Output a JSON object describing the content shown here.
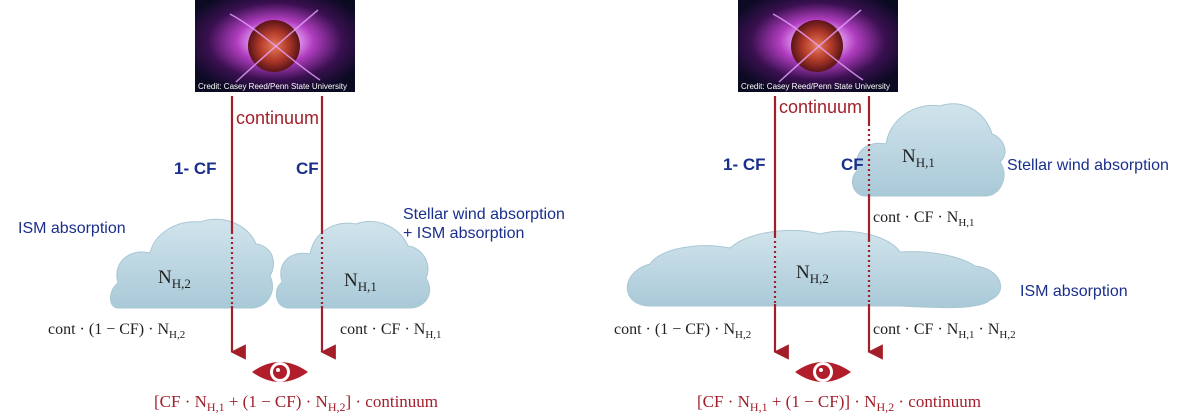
{
  "colors": {
    "arrow": "#a21f2a",
    "blue_label": "#1a2f8c",
    "cloud_fill": "#bcd6e2",
    "cloud_stroke": "#a9c7d4",
    "eye": "#b21d2b",
    "credit_text": "#ffffff"
  },
  "left": {
    "credit": "Credit: Casey Reed/Penn State University",
    "continuum_label": "continuum",
    "label_1cf": "1- CF",
    "label_cf": "CF",
    "ism_absorption": "ISM absorption",
    "stellar_wind_line1": "Stellar wind absorption",
    "stellar_wind_line2": "+ ISM absorption",
    "cloud1": {
      "base": "N",
      "sub": "H,2"
    },
    "cloud2": {
      "base": "N",
      "sub": "H,1"
    },
    "formula_left": {
      "p1": "cont · (1 − CF) · N",
      "sub1": "H,2"
    },
    "formula_right": {
      "p1": "cont · CF · N",
      "sub1": "H,1"
    },
    "result": {
      "p1": "[CF · N",
      "sub1": "H,1",
      "p2": " + (1 − CF) · N",
      "sub2": "H,2",
      "p3": "] · continuum"
    },
    "eye_icon": "eye-icon"
  },
  "right": {
    "credit": "Credit: Casey Reed/Penn State University",
    "continuum_label": "continuum",
    "label_1cf": "1- CF",
    "label_cf": "CF",
    "stellar_wind": "Stellar wind absorption",
    "ism_absorption": "ISM absorption",
    "cloud_top": {
      "base": "N",
      "sub": "H,1"
    },
    "cloud_big": {
      "base": "N",
      "sub": "H,2"
    },
    "formula_mid": {
      "p1": "cont · CF · N",
      "sub1": "H,1"
    },
    "formula_left": {
      "p1": "cont · (1 − CF) · N",
      "sub1": "H,2"
    },
    "formula_right": {
      "p1": "cont · CF · N",
      "sub1": "H,1",
      "p2": " · N",
      "sub2": "H,2"
    },
    "result": {
      "p1": "[CF · N",
      "sub1": "H,1",
      "p2": " + (1 − CF)] · N",
      "sub2": "H,2",
      "p3": " · continuum"
    },
    "eye_icon": "eye-icon"
  }
}
